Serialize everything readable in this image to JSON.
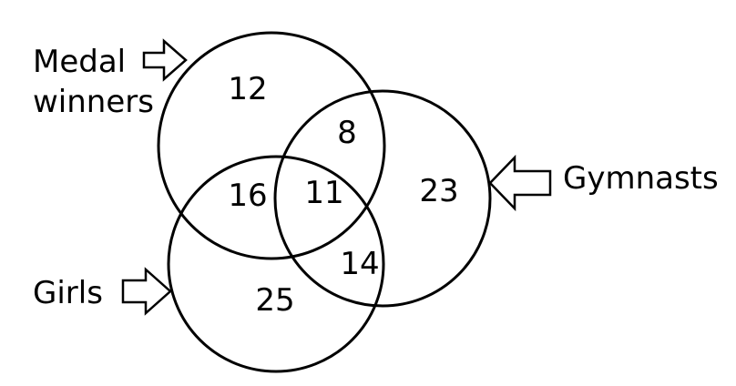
{
  "sets": {
    "medal": {
      "label_line1": "Medal",
      "label_line2": "winners"
    },
    "gymnasts": {
      "label": "Gymnasts"
    },
    "girls": {
      "label": "Girls"
    }
  },
  "regions": {
    "medal_only": "12",
    "medal_gymnasts": "8",
    "gymnasts_only": "23",
    "medal_girls": "16",
    "all_three": "11",
    "gymnasts_girls": "14",
    "girls_only": "25"
  }
}
